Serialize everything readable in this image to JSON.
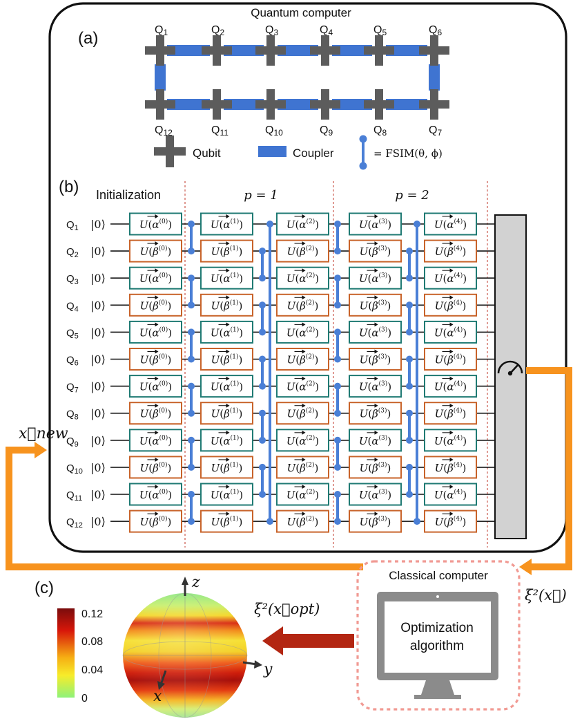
{
  "panel_a": {
    "label": "(a)",
    "title": "Quantum computer",
    "top_qubits": [
      "Q1",
      "Q2",
      "Q3",
      "Q4",
      "Q5",
      "Q6"
    ],
    "bottom_qubits": [
      "Q12",
      "Q11",
      "Q10",
      "Q9",
      "Q8",
      "Q7"
    ],
    "legend": {
      "qubit": "Qubit",
      "coupler": "Coupler",
      "gate": "= FSIM(θ, ϕ)"
    }
  },
  "panel_b": {
    "label": "(b)",
    "sections": [
      "Initialization",
      "p = 1",
      "p = 2"
    ],
    "qubits": [
      "Q1",
      "Q2",
      "Q3",
      "Q4",
      "Q5",
      "Q6",
      "Q7",
      "Q8",
      "Q9",
      "Q10",
      "Q11",
      "Q12"
    ],
    "ket": "|0⟩",
    "gate_symbols": [
      "α",
      "β"
    ],
    "gate_indices": [
      "(0)",
      "(1)",
      "(2)",
      "(3)",
      "(4)"
    ]
  },
  "feedback": {
    "x_new": "x⃗new",
    "xi_x": "ξ²(x⃗)",
    "xi_opt": "ξ²(x⃗opt)"
  },
  "panel_c": {
    "label": "(c)",
    "colorbar_ticks": [
      "0.12",
      "0.08",
      "0.04",
      "0"
    ],
    "axes": {
      "z": "z",
      "y": "y",
      "x": "x"
    }
  },
  "classical": {
    "title": "Classical computer",
    "screen_line1": "Optimization",
    "screen_line2": "algorithm"
  },
  "colors": {
    "qubit": "#5c5c5c",
    "coupler": "#3f74d1",
    "gate_link": "#4a7fd6",
    "alpha_gate": "#1f7a73",
    "beta_gate": "#c8632a",
    "feedback": "#f7931e",
    "result_arrow": "#b32612",
    "dashed_box": "#f19a93"
  }
}
